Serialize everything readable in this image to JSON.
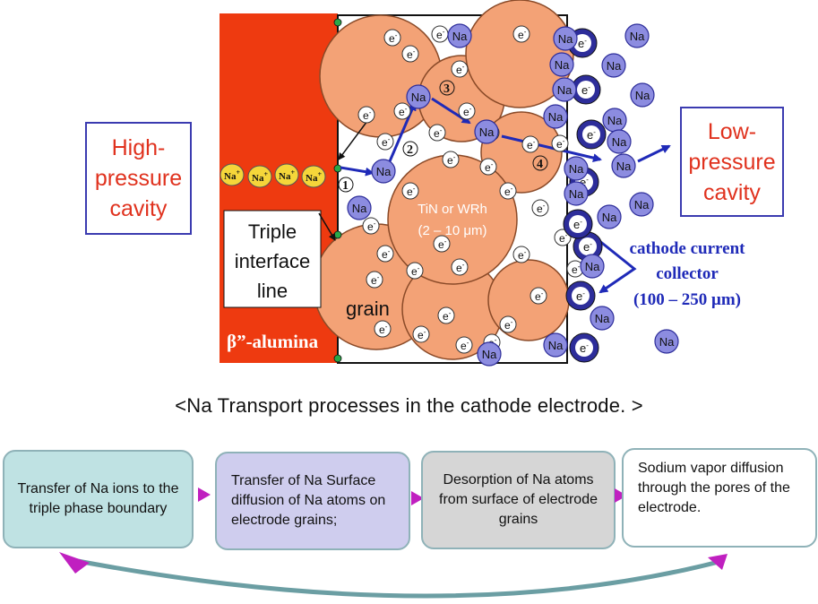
{
  "high_pressure": {
    "line1": "High-",
    "line2": "pressure",
    "line3": "cavity"
  },
  "low_pressure": {
    "line1": "Low-",
    "line2": "pressure",
    "line3": "cavity"
  },
  "diagram": {
    "triple_label": {
      "line1": "Triple",
      "line2": "interface",
      "line3": "line"
    },
    "grain_label": "grain",
    "alumina_label": "β”-alumina",
    "central_grain": {
      "line1": "TiN or WRh",
      "line2": "(2 – 10 μm)"
    },
    "collector": {
      "line1": "cathode current",
      "line2": "collector",
      "line3": "(100 – 250 μm)"
    },
    "ion_label": "Na",
    "ion_sup": "+",
    "atom_label": "Na",
    "electron_label": "e",
    "electron_sup": "-",
    "step_numbers": [
      "1",
      "2",
      "3",
      "4"
    ]
  },
  "caption": "<Na Transport processes in the cathode electrode. >",
  "steps": [
    {
      "text": "Transfer of Na ions to the triple phase boundary",
      "color": "#bfe2e3"
    },
    {
      "text": "Transfer of Na Surface diffusion of Na atoms on electrode grains;",
      "color": "#cfcdee"
    },
    {
      "text": "Desorption of Na atoms from surface of electrode grains",
      "color": "#d6d6d6"
    },
    {
      "text": "Sodium vapor diffusion through the pores of the electrode.",
      "color": "#ffffff"
    }
  ],
  "colors": {
    "alumina": "#ee3a10",
    "grain": "#f3a276",
    "grain_edge": "#a85a30",
    "na_fill": "#8c8ce0",
    "arrow": "#1f2ab8",
    "magenta": "#c020c0"
  }
}
